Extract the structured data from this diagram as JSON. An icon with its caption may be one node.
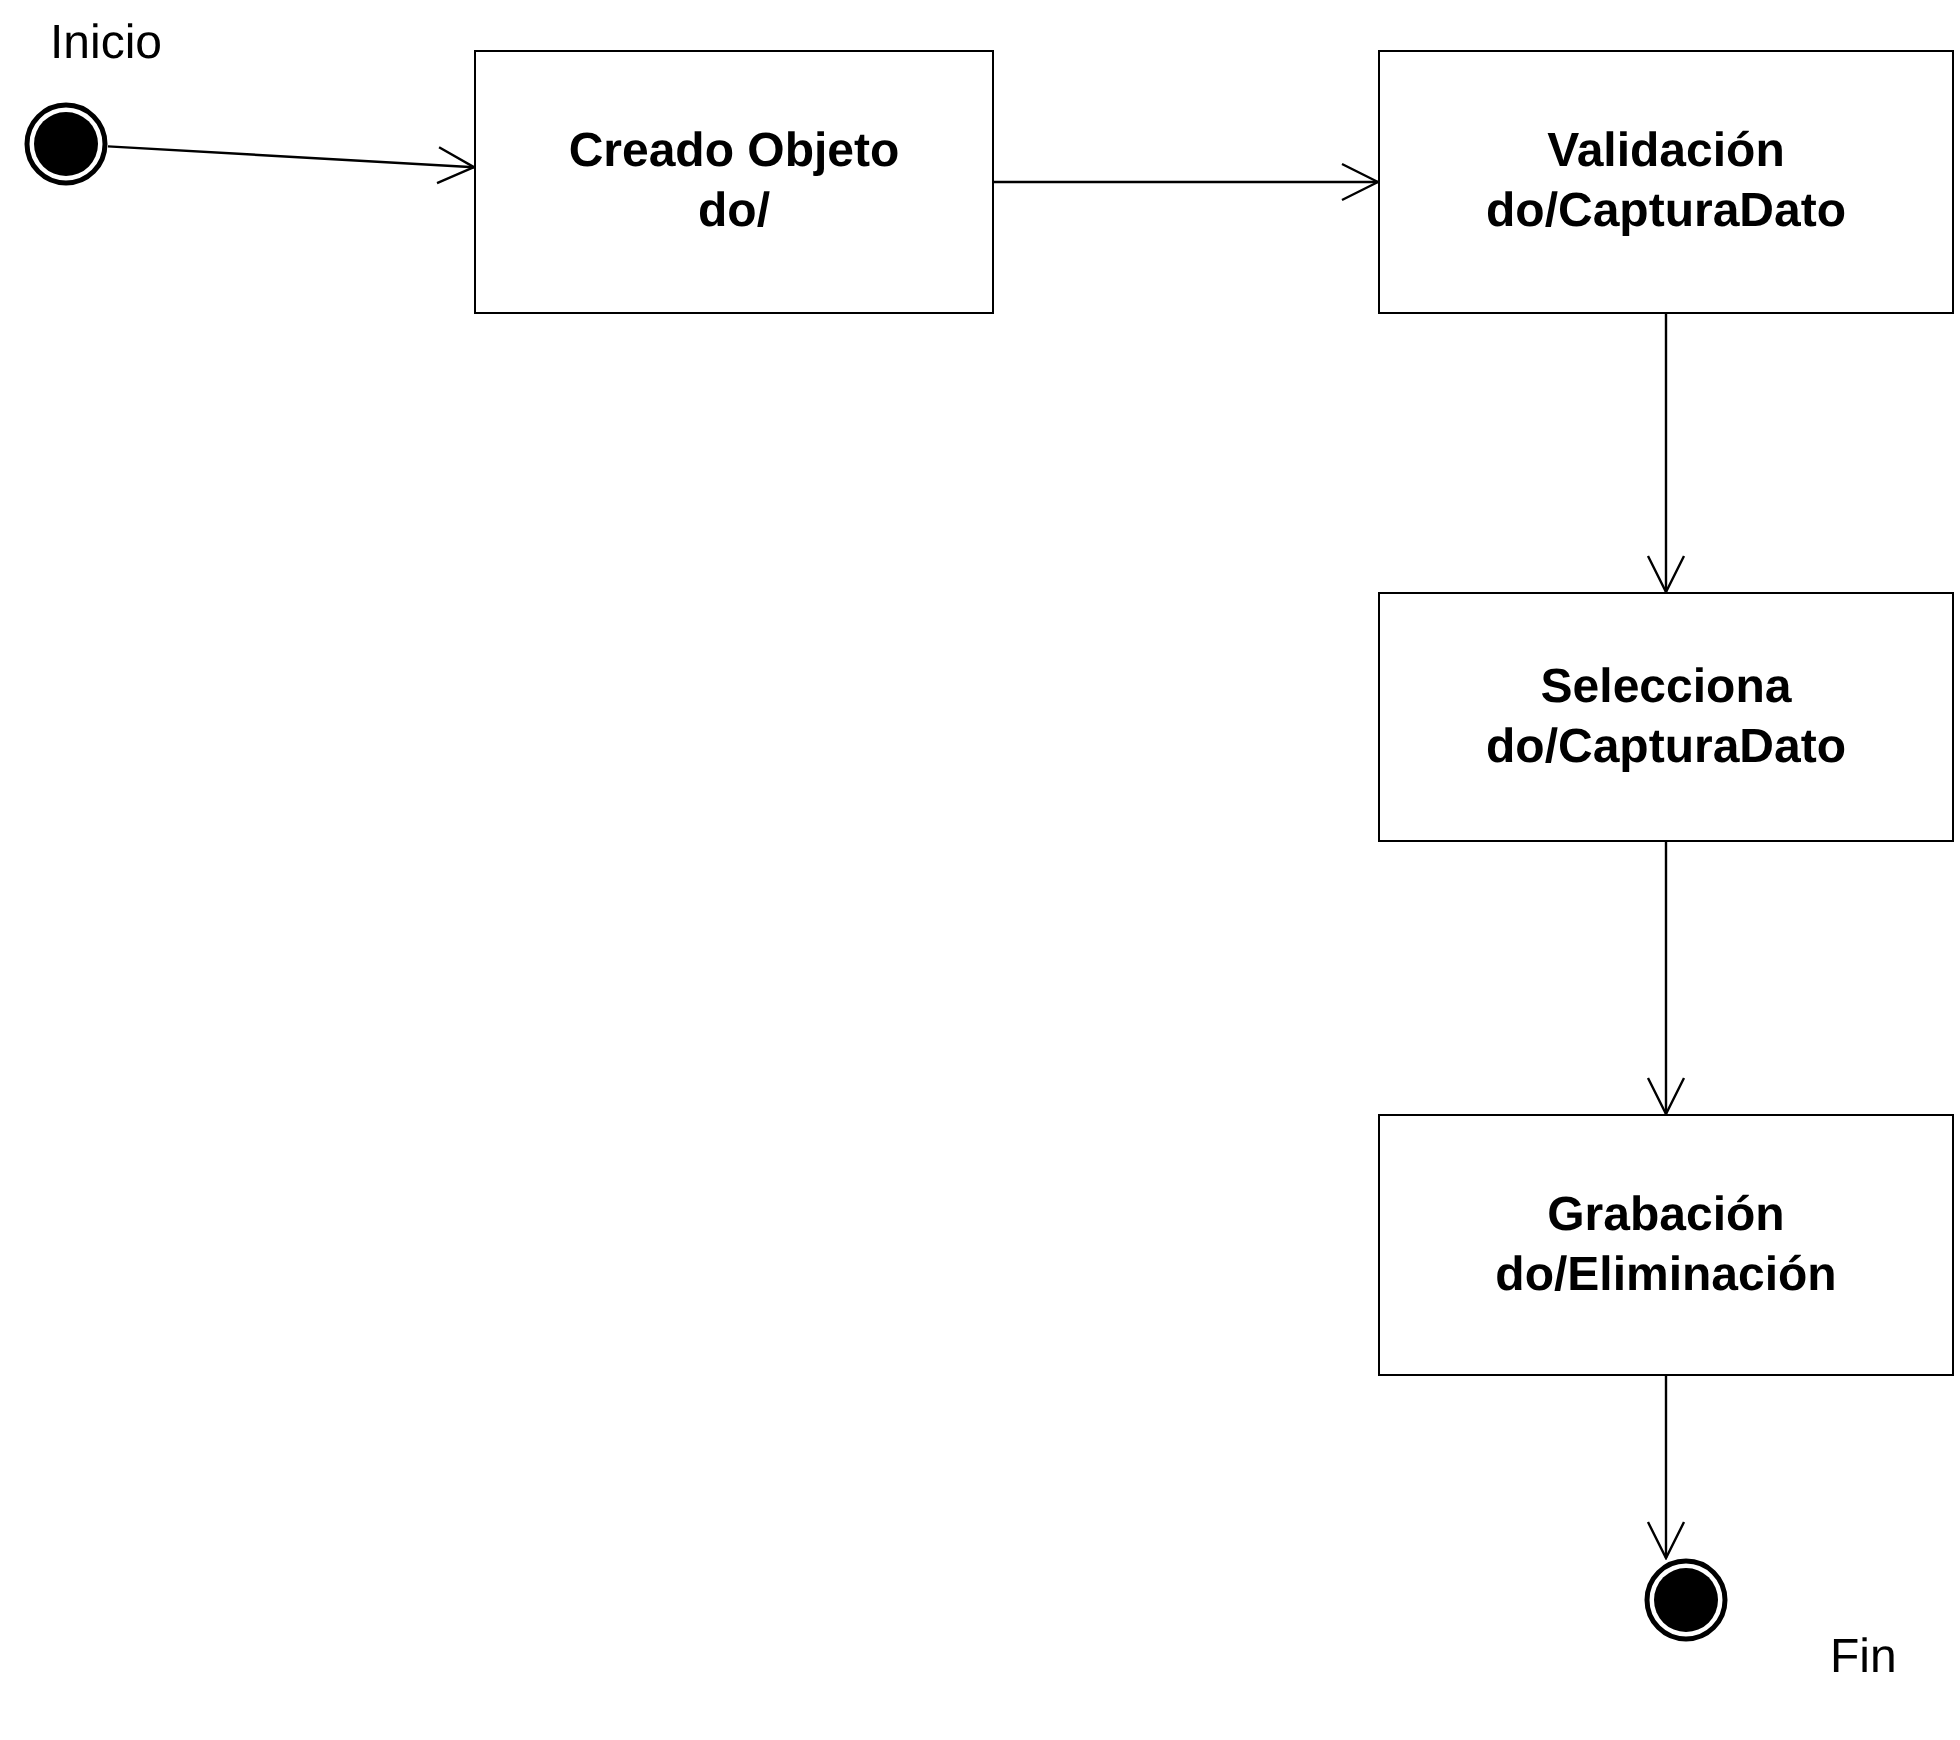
{
  "diagram": {
    "nodes": [
      {
        "text": [],
        "shape": "circle",
        "beside": [
          "Inicio"
        ]
      },
      {
        "text": [
          "Creado Objeto",
          "do/"
        ]
      },
      {
        "text": [
          "Validación",
          "do/CapturaDato"
        ]
      },
      {
        "text": [
          "Selecciona",
          "do/CapturaDato"
        ]
      },
      {
        "text": [
          "Grabación",
          "do/Eliminación"
        ]
      },
      {
        "text": [],
        "shape": "circle",
        "beside": [
          "Fin"
        ]
      }
    ],
    "edges": [
      {
        "from": 0,
        "to": 1,
        "arrow": "to"
      },
      {
        "from": 1,
        "to": 2,
        "arrow": "to"
      },
      {
        "from": 2,
        "to": 3,
        "arrow": "to"
      },
      {
        "from": 3,
        "to": 4,
        "arrow": "to"
      },
      {
        "from": 4,
        "to": 5,
        "arrow": "to"
      }
    ]
  }
}
